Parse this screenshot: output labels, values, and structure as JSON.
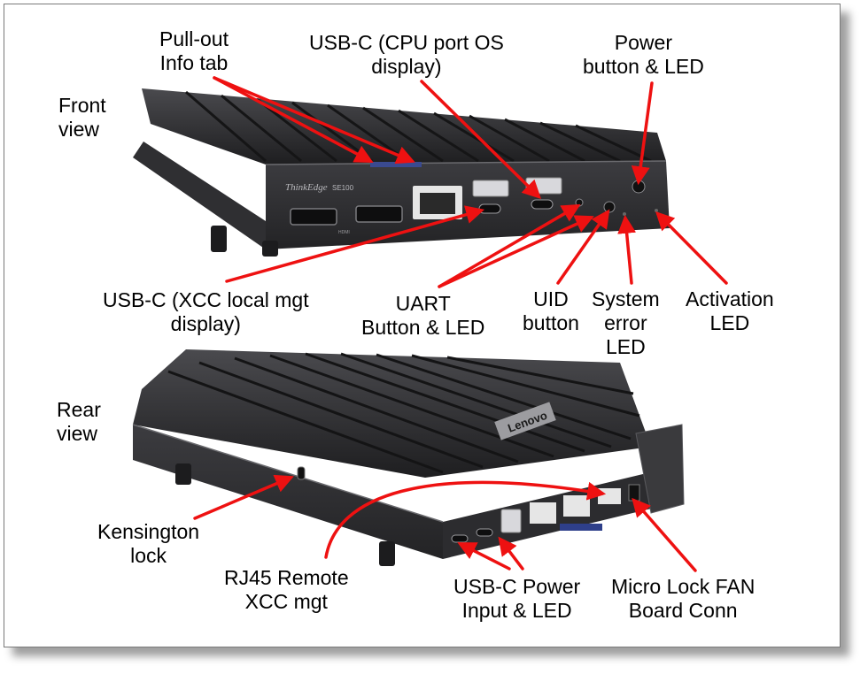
{
  "figure": {
    "front_view_title": "Front\nview",
    "rear_view_title": "Rear\nview",
    "device_brand_front": "ThinkEdge",
    "device_model_front": "SE100",
    "device_brand_rear": "Lenovo",
    "port_label_hdmi": "HDMI"
  },
  "callouts": {
    "pullout_info_tab": "Pull-out\nInfo tab",
    "usbc_cpu_port": "USB-C (CPU port OS\ndisplay)",
    "power_button_led": "Power\nbutton & LED",
    "usbc_xcc_local": "USB-C (XCC local mgt\ndisplay)",
    "uart_button_led": "UART\nButton & LED",
    "uid_button": "UID\nbutton",
    "system_error_led": "System\nerror\nLED",
    "activation_led": "Activation\nLED",
    "kensington_lock": "Kensington\nlock",
    "rj45_remote_xcc": "RJ45 Remote\nXCC mgt",
    "usbc_power_input": "USB-C Power\nInput & LED",
    "micro_lock_fan": "Micro Lock FAN\nBoard Conn"
  },
  "colors": {
    "arrow": "#ee1111",
    "device_dark": "#2a2a2c",
    "device_mid": "#3a3a3d",
    "device_light": "#58585c"
  }
}
